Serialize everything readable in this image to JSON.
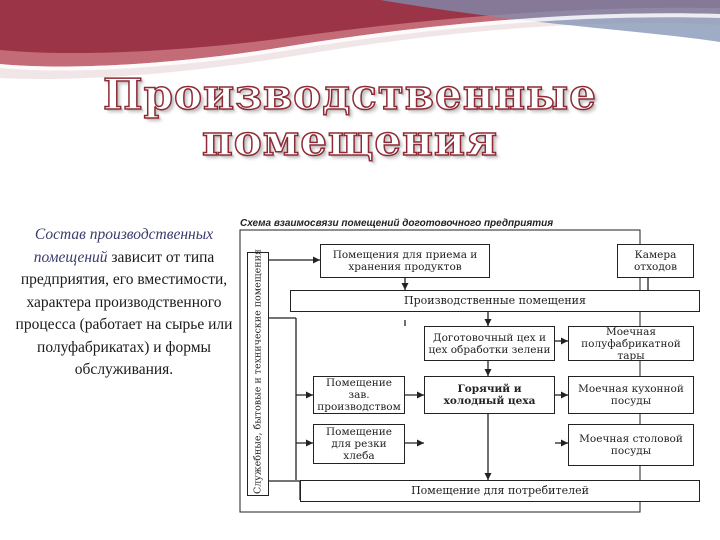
{
  "slide": {
    "title_line1": "Производственные",
    "title_line2": "помещения",
    "side_text": {
      "accent": "Состав производственных помещений",
      "rest": " зависит от типа предприятия, его вместимости, характера производственного процесса (работает на сырье или полуфабрикатах) и формы обслуживания."
    }
  },
  "diagram": {
    "title": "Схема взаимосвязи помещений доготовочного предприятия",
    "vertical_label": "Служебные, бытовые и технические помещения",
    "reception": "Помещения для приема и хранения продуктов",
    "waste": "Камера отходов",
    "production": "Производственные помещения",
    "pre_cook": "Доготовочный цех и цех обработки зелени",
    "wash_semi": "Моечная полуфабрикатной тары",
    "office": "Помещение зав. производством",
    "hot_cold": "Горячий и холодный цеха",
    "wash_kitchen": "Моечная кухонной посуды",
    "bread": "Помещение для резки хлеба",
    "wash_table": "Моечная столовой посуды",
    "consumers": "Помещение для потребителей"
  }
}
